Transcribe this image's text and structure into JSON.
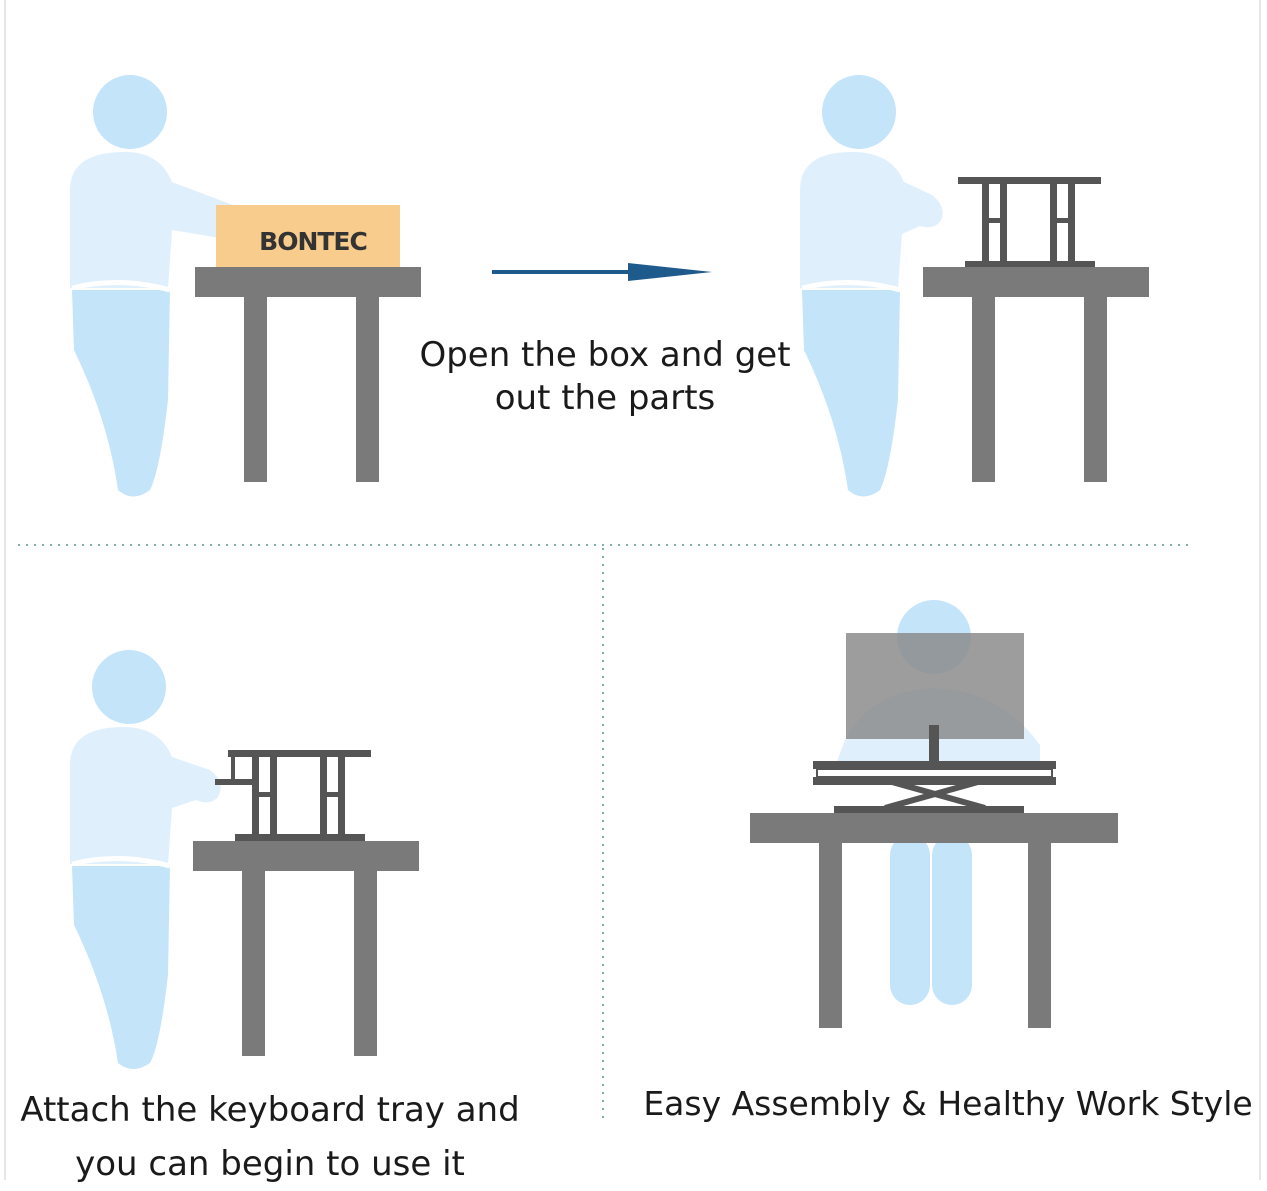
{
  "box_brand": "BONTEC",
  "steps": {
    "open_box": {
      "lines": [
        "Open the box and get",
        "out the parts"
      ]
    },
    "attach_tray": {
      "lines": [
        "Attach the keyboard tray and",
        "you can begin to use it"
      ]
    },
    "result": {
      "lines": [
        "Easy Assembly & Healthy Work Style"
      ]
    }
  },
  "colors": {
    "person_light": "#dff0fc",
    "person_mid": "#c4e4fa",
    "table": "#7a7a7a",
    "riser": "#555555",
    "box": "#f7cc8c",
    "arrow": "#1e5a8c",
    "divider": "#7fb0b0",
    "monitor": "#8c8c8c"
  },
  "icons": [
    "person-figure",
    "desk-table",
    "box-with-logo",
    "arrow-right",
    "desk-riser",
    "monitor"
  ]
}
